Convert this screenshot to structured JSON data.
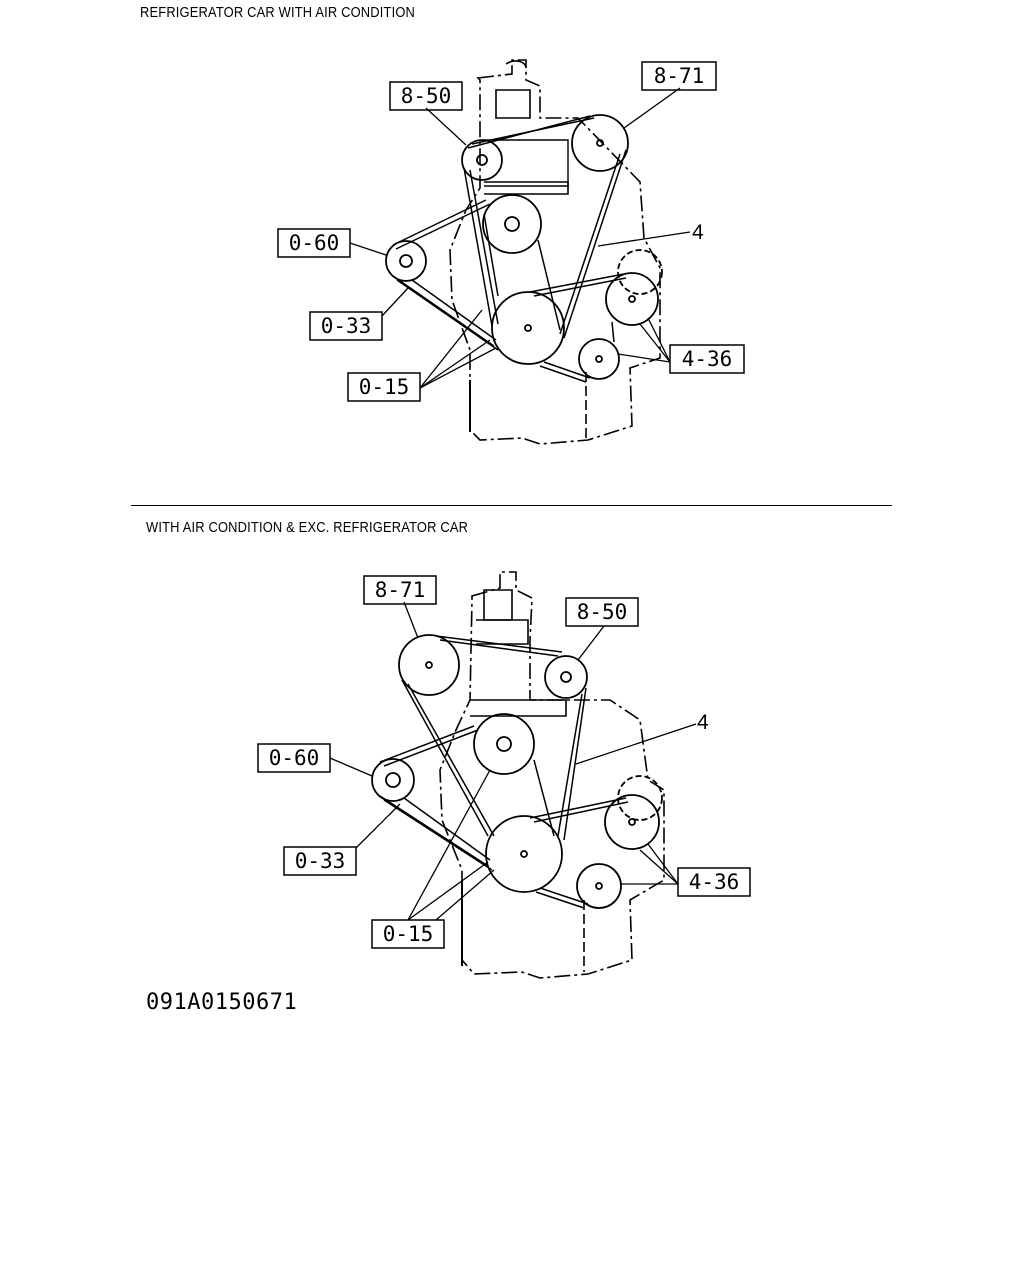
{
  "sections": [
    {
      "title": "REFRIGERATOR CAR WITH AIR CONDITION",
      "labels": {
        "a": "8-50",
        "b": "8-71",
        "c": "4",
        "d": "0-60",
        "e": "0-33",
        "f": "0-15",
        "g": "4-36"
      }
    },
    {
      "title": "WITH AIR CONDITION & EXC. REFRIGERATOR CAR",
      "labels": {
        "a": "8-71",
        "b": "8-50",
        "c": "4",
        "d": "0-60",
        "e": "0-33",
        "f": "0-15",
        "g": "4-36"
      }
    }
  ],
  "footer_code": "091A0150671"
}
